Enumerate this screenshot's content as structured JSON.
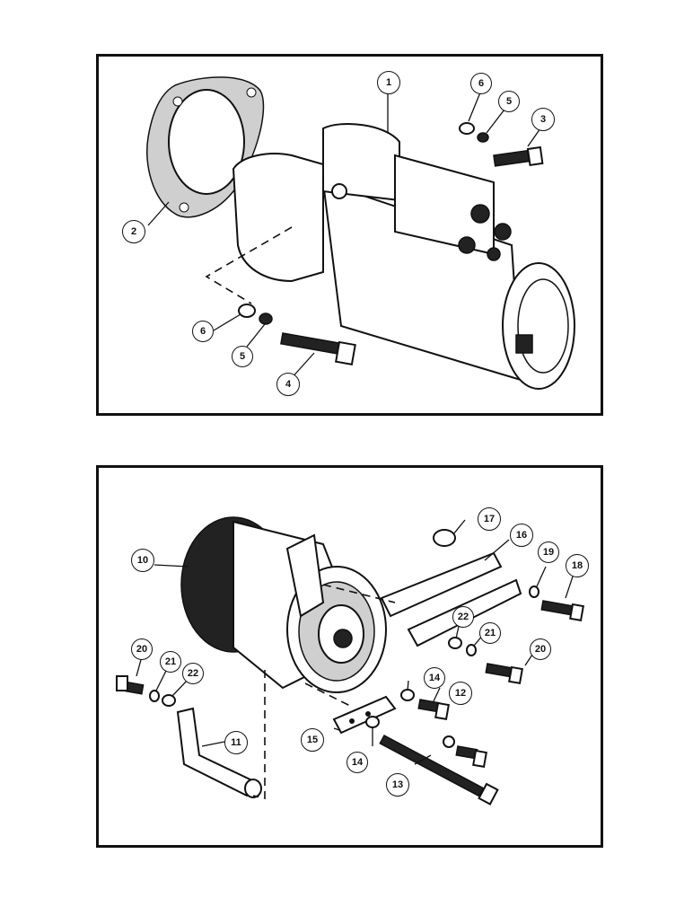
{
  "diagram": {
    "top_panel": {
      "callouts": [
        {
          "id": "c1",
          "label": "1"
        },
        {
          "id": "c2",
          "label": "2"
        },
        {
          "id": "c3",
          "label": "3"
        },
        {
          "id": "c4",
          "label": "4"
        },
        {
          "id": "c5a",
          "label": "5"
        },
        {
          "id": "c5b",
          "label": "5"
        },
        {
          "id": "c6a",
          "label": "6"
        },
        {
          "id": "c6b",
          "label": "6"
        }
      ]
    },
    "bottom_panel": {
      "callouts": [
        {
          "id": "c10",
          "label": "10"
        },
        {
          "id": "c11",
          "label": "11"
        },
        {
          "id": "c12",
          "label": "12"
        },
        {
          "id": "c13",
          "label": "13"
        },
        {
          "id": "c14a",
          "label": "14"
        },
        {
          "id": "c14b",
          "label": "14"
        },
        {
          "id": "c15",
          "label": "15"
        },
        {
          "id": "c16",
          "label": "16"
        },
        {
          "id": "c17",
          "label": "17"
        },
        {
          "id": "c18",
          "label": "18"
        },
        {
          "id": "c19",
          "label": "19"
        },
        {
          "id": "c20a",
          "label": "20"
        },
        {
          "id": "c20b",
          "label": "20"
        },
        {
          "id": "c21a",
          "label": "21"
        },
        {
          "id": "c21b",
          "label": "21"
        },
        {
          "id": "c22a",
          "label": "22"
        },
        {
          "id": "c22b",
          "label": "22"
        }
      ]
    }
  }
}
